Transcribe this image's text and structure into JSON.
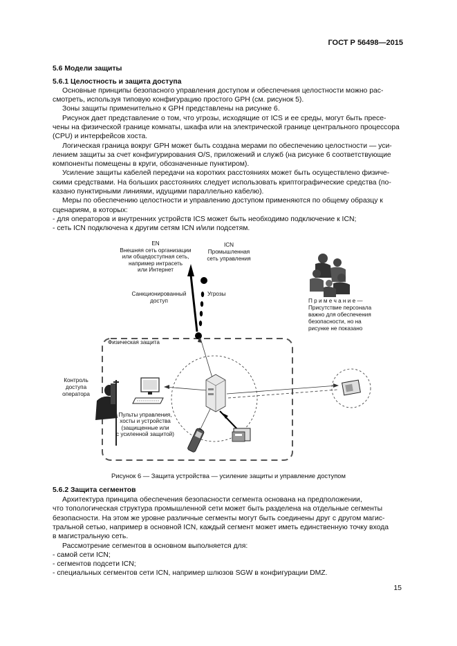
{
  "header": {
    "standard": "ГОСТ Р 56498—2015"
  },
  "sections": {
    "s56_title": "5.6 Модели защиты",
    "s561_title": "5.6.1 Целостность и защита доступа",
    "s562_title": "5.6.2 Защита сегментов"
  },
  "paragraphs": {
    "p1_l1": "Основные принципы безопасного управления доступом и обеспечения целостности можно рас-",
    "p1_l2": "смотреть, используя типовую конфигурацию простого GPH (см. рисунок 5).",
    "p2": "Зоны защиты применительно к GPH представлены на рисунке 6.",
    "p3_l1": "Рисунок дает представление о том, что угрозы, исходящие от ICS и ее среды, могут быть пресе-",
    "p3_l2": "чены на физической границе комнаты, шкафа или на электрической границе центрального процессора",
    "p3_l3": "(CPU) и интерфейсов хоста.",
    "p4_l1": "Логическая граница вокруг GPH может быть создана мерами по обеспечению целостности — уси-",
    "p4_l2": "лением защиты за счет конфигурирования O/S, приложений и служб (на рисунке 6 соответствующие",
    "p4_l3": "компоненты помещены в круги, обозначенные пунктиром).",
    "p5_l1": "Усиление защиты кабелей передачи на коротких расстояниях может быть осуществлено физиче-",
    "p5_l2": "скими средствами. На больших расстояниях следует использовать криптографические средства (по-",
    "p5_l3": "казано пунктирными линиями, идущими параллельно кабелю).",
    "p6_l1": "Меры по обеспечению целостности и управлению доступом применяются по общему образцу к",
    "p6_l2": "сценариям, в которых:",
    "li1": "- для операторов и внутренних устройств ICS может быть необходимо подключение к ICN;",
    "li2": "- сеть ICN подключена к другим сетям ICN и/или подсетям.",
    "p7_l1": "Архитектура принципа обеспечения безопасности сегмента основана на предположении,",
    "p7_l2": "что топологическая структура промышленной сети может быть разделена на отдельные сегменты",
    "p7_l3": "безопасности. На этом же уровне различные сегменты могут быть соединены друг с другом магис-",
    "p7_l4": "тральной сетью, например в основной ICN, каждый сегмент может иметь единственную точку входа",
    "p7_l5": "в магистральную сеть.",
    "p8": "Рассмотрение сегментов в основном выполняется для:",
    "li3": "- самой сети ICN;",
    "li4": "- сегментов подсети ICN;",
    "li5": "- специальных сегментов сети ICN, например шлюзов SGW в конфигурации DMZ."
  },
  "figure": {
    "en_title": "EN",
    "en_l1": "Внешняя сеть организации",
    "en_l2": "или общедоступная сеть,",
    "en_l3": "например  интрасеть",
    "en_l4": "или Интернет",
    "icn_title": "ICN",
    "icn_l1": "Промышленная",
    "icn_l2": "сеть управления",
    "sanct_l1": "Санкционированный",
    "sanct_l2": "доступ",
    "threats": "Угрозы",
    "phys": "Физическая защита",
    "control_l1": "Контроль",
    "control_l2": "доступа",
    "control_l3": "оператора",
    "consoles_l1": "Пульты управления,",
    "consoles_l2": "хосты и устройства",
    "consoles_l3": "(защищенные или",
    "consoles_l4": "с усиленной защитой)",
    "note_l1": "П р и м е ч а н и е —",
    "note_l2": "Присутствие персонала",
    "note_l3": "важно для обеспечения",
    "note_l4": "безопасности, но на",
    "note_l5": "рисунке не показано",
    "caption": "Рисунок 6 — Защита устройства — усиление защиты и управление доступом"
  },
  "page_number": "15"
}
